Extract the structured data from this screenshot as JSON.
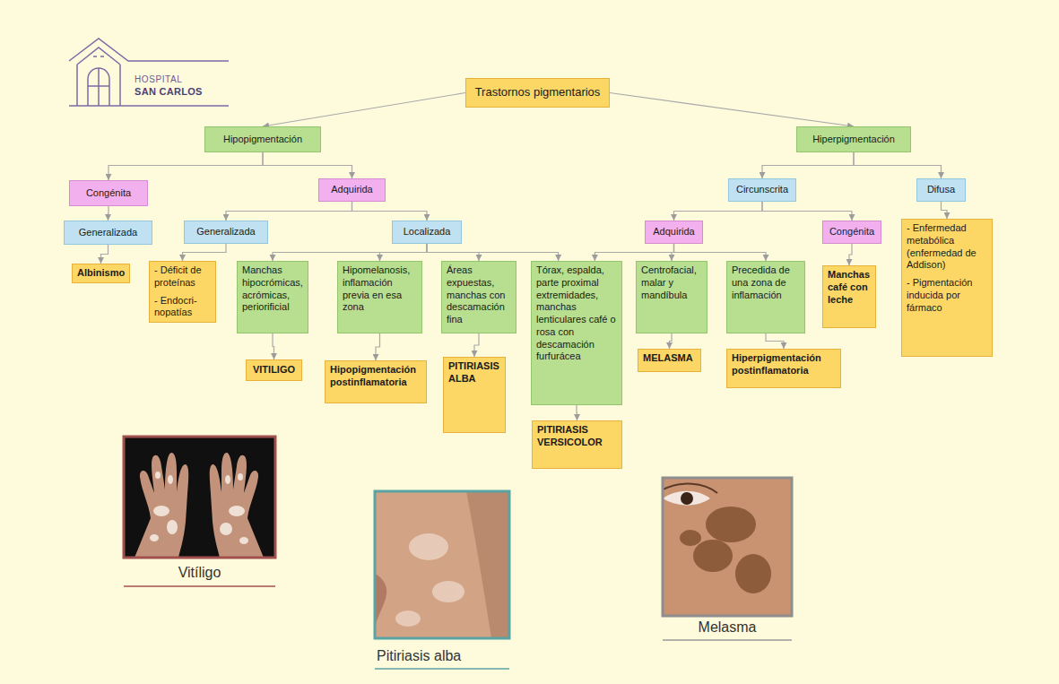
{
  "diagram": {
    "nodes": [
      {
        "text": [
          "Trastornos pigmentarios"
        ]
      },
      {
        "text": [
          "Hipopigmentación"
        ]
      },
      {
        "text": [
          "Hiperpigmentación"
        ]
      },
      {
        "text": [
          "Congénita"
        ]
      },
      {
        "text": [
          "Adquirida"
        ]
      },
      {
        "text": [
          "Circunscrita"
        ]
      },
      {
        "text": [
          "Difusa"
        ]
      },
      {
        "text": [
          "Generalizada"
        ]
      },
      {
        "text": [
          "Generalizada"
        ]
      },
      {
        "text": [
          "Localizada"
        ]
      },
      {
        "text": [
          "Adquirida"
        ]
      },
      {
        "text": [
          "Congénita"
        ]
      },
      {
        "text": [
          "Albinismo"
        ]
      },
      {
        "text": [
          "- Déficit de proteínas",
          "- Endocri- nopatías"
        ]
      },
      {
        "text": [
          "Manchas hipocrómicas, acrómicas, periorificial"
        ]
      },
      {
        "text": [
          "Hipomelanosis, inflamación previa en esa zona"
        ]
      },
      {
        "text": [
          "Áreas expuestas, manchas con descamación fina"
        ]
      },
      {
        "text": [
          "Tórax, espalda, parte proximal extremidades, manchas lenticulares café o rosa con descamación furfurácea"
        ]
      },
      {
        "text": [
          "Centrofacial, malar y mandíbula"
        ]
      },
      {
        "text": [
          "Precedida de una zona de inflamación"
        ]
      },
      {
        "text": [
          "Manchas café con leche"
        ]
      },
      {
        "text": [
          "- Enfermedad metabólica (enfermedad de Addison)",
          "- Pigmentación inducida por fármaco"
        ]
      },
      {
        "text": [
          "VITILIGO"
        ]
      },
      {
        "text": [
          "Hipopigmentación postinflamatoria"
        ]
      },
      {
        "text": [
          "PITIRIASIS ALBA"
        ]
      },
      {
        "text": [
          "PITIRIASIS VERSICOLOR"
        ]
      },
      {
        "text": [
          "MELASMA"
        ]
      },
      {
        "text": [
          "Hiperpigmentación postinflamatoria"
        ]
      }
    ],
    "edges": [
      {
        "from": 0,
        "to": 1,
        "arrow": "to"
      },
      {
        "from": 0,
        "to": 2,
        "arrow": "to"
      },
      {
        "from": 1,
        "to": 3,
        "arrow": "to"
      },
      {
        "from": 1,
        "to": 4,
        "arrow": "to"
      },
      {
        "from": 2,
        "to": 5,
        "arrow": "to"
      },
      {
        "from": 2,
        "to": 6,
        "arrow": "to"
      },
      {
        "from": 3,
        "to": 7,
        "arrow": "to"
      },
      {
        "from": 7,
        "to": 12,
        "arrow": "to"
      },
      {
        "from": 4,
        "to": 8,
        "arrow": "to"
      },
      {
        "from": 4,
        "to": 9,
        "arrow": "to"
      },
      {
        "from": 8,
        "to": 13,
        "arrow": "to"
      },
      {
        "from": 9,
        "to": 14,
        "arrow": "to"
      },
      {
        "from": 9,
        "to": 15,
        "arrow": "to"
      },
      {
        "from": 9,
        "to": 16,
        "arrow": "to"
      },
      {
        "from": 9,
        "to": 17,
        "arrow": "to"
      },
      {
        "from": 5,
        "to": 10,
        "arrow": "to"
      },
      {
        "from": 5,
        "to": 11,
        "arrow": "to"
      },
      {
        "from": 10,
        "to": 17,
        "arrow": "to"
      },
      {
        "from": 10,
        "to": 18,
        "arrow": "to"
      },
      {
        "from": 10,
        "to": 19,
        "arrow": "to"
      },
      {
        "from": 11,
        "to": 20,
        "arrow": "to"
      },
      {
        "from": 6,
        "to": 21,
        "arrow": "to"
      },
      {
        "from": 14,
        "to": 22,
        "arrow": "to"
      },
      {
        "from": 15,
        "to": 23,
        "arrow": "to"
      },
      {
        "from": 16,
        "to": 24,
        "arrow": "to"
      },
      {
        "from": 17,
        "to": 25,
        "arrow": "to"
      },
      {
        "from": 18,
        "to": 26,
        "arrow": "to"
      },
      {
        "from": 19,
        "to": 27,
        "arrow": "to"
      }
    ],
    "labels": [
      "HOSPITAL",
      "SAN CARLOS",
      "Vitíligo",
      "Pitiriasis alba",
      "Melasma"
    ]
  }
}
